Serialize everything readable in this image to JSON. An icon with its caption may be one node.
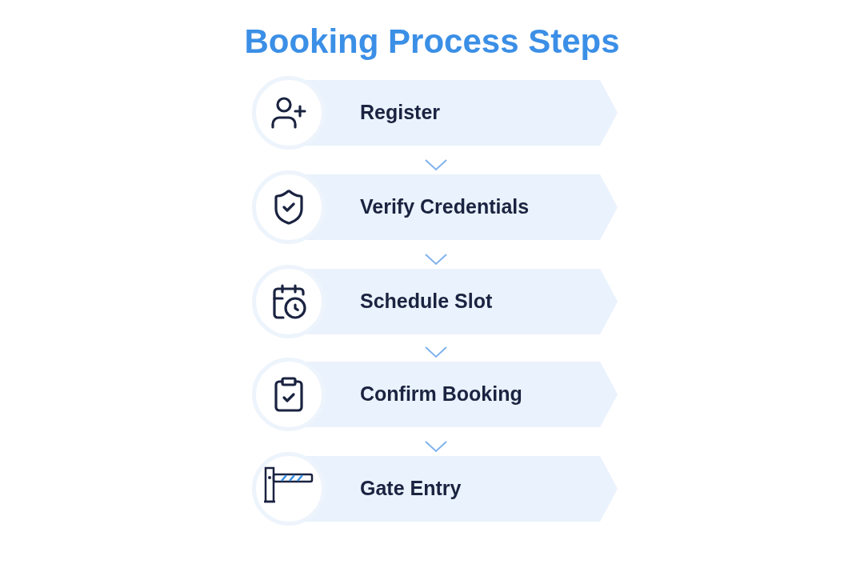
{
  "diagram": {
    "title": "Booking Process Steps",
    "nodes": [
      {
        "text": [
          "Register"
        ]
      },
      {
        "text": [
          "Verify Credentials"
        ]
      },
      {
        "text": [
          "Schedule Slot"
        ]
      },
      {
        "text": [
          "Confirm Booking"
        ]
      },
      {
        "text": [
          "Gate Entry"
        ]
      }
    ],
    "edges": [
      {
        "from": 0,
        "to": 1,
        "arrow": "to"
      },
      {
        "from": 1,
        "to": 2,
        "arrow": "to"
      },
      {
        "from": 2,
        "to": 3,
        "arrow": "to"
      },
      {
        "from": 3,
        "to": 4,
        "arrow": "to"
      }
    ]
  }
}
